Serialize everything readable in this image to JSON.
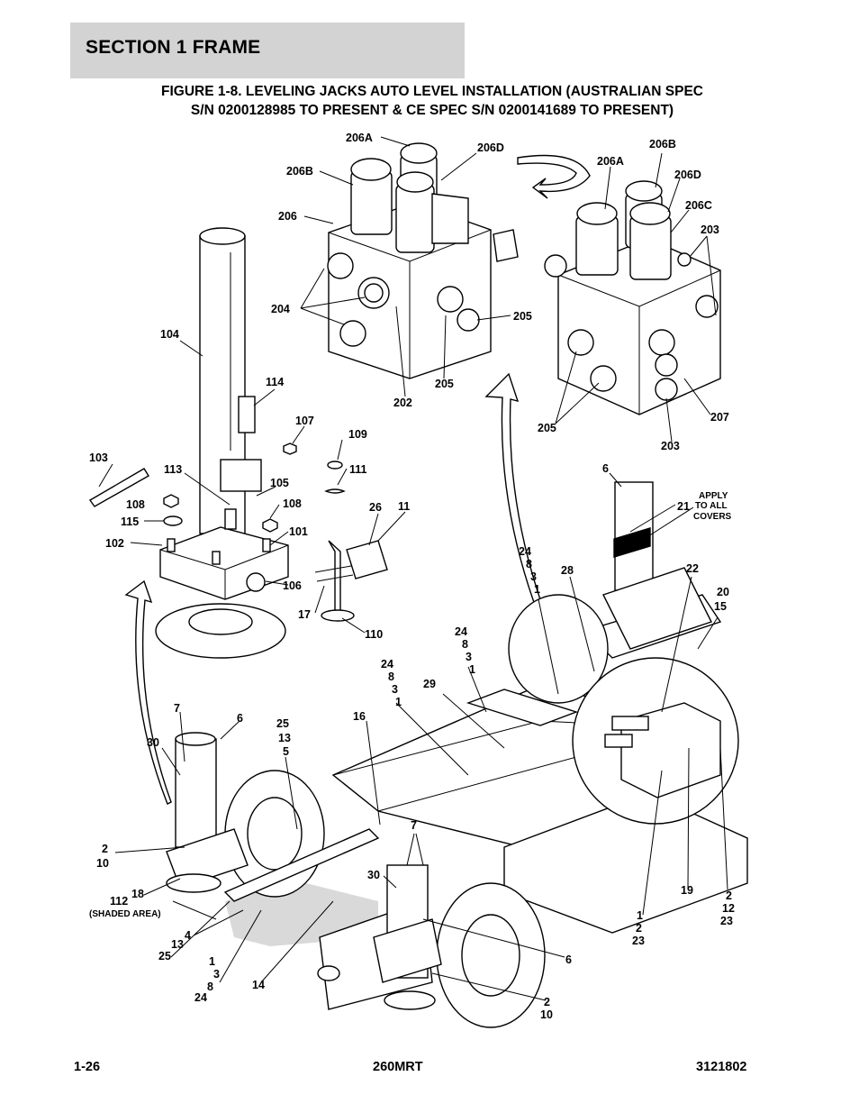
{
  "header": {
    "section": "SECTION 1  FRAME"
  },
  "figure": {
    "title_line1": "FIGURE 1-8. LEVELING JACKS AUTO LEVEL INSTALLATION (AUSTRALIAN SPEC",
    "title_line2": "S/N 0200128985 TO PRESENT & CE SPEC S/N 0200141689 TO PRESENT)"
  },
  "callouts": [
    {
      "label": "206A"
    },
    {
      "label": "206D"
    },
    {
      "label": "206B"
    },
    {
      "label": "206"
    },
    {
      "label": "204"
    },
    {
      "label": "205"
    },
    {
      "label": "205"
    },
    {
      "label": "202"
    },
    {
      "label": "206B"
    },
    {
      "label": "206A"
    },
    {
      "label": "206D"
    },
    {
      "label": "206C"
    },
    {
      "label": "203"
    },
    {
      "label": "205"
    },
    {
      "label": "207"
    },
    {
      "label": "203"
    },
    {
      "label": "104"
    },
    {
      "label": "114"
    },
    {
      "label": "107"
    },
    {
      "label": "109"
    },
    {
      "label": "111"
    },
    {
      "label": "103"
    },
    {
      "label": "113"
    },
    {
      "label": "105"
    },
    {
      "label": "108"
    },
    {
      "label": "108"
    },
    {
      "label": "115"
    },
    {
      "label": "102"
    },
    {
      "label": "101"
    },
    {
      "label": "26"
    },
    {
      "label": "11"
    },
    {
      "label": "106"
    },
    {
      "label": "17"
    },
    {
      "label": "110"
    },
    {
      "label": "6"
    },
    {
      "label": "21"
    },
    {
      "label": "APPLY"
    },
    {
      "label": "TO ALL"
    },
    {
      "label": "COVERS"
    },
    {
      "label": "24"
    },
    {
      "label": "8"
    },
    {
      "label": "3"
    },
    {
      "label": "1"
    },
    {
      "label": "28"
    },
    {
      "label": "22"
    },
    {
      "label": "20"
    },
    {
      "label": "15"
    },
    {
      "label": "24"
    },
    {
      "label": "8"
    },
    {
      "label": "3"
    },
    {
      "label": "1"
    },
    {
      "label": "24"
    },
    {
      "label": "8"
    },
    {
      "label": "3"
    },
    {
      "label": "1"
    },
    {
      "label": "29"
    },
    {
      "label": "7"
    },
    {
      "label": "6"
    },
    {
      "label": "30"
    },
    {
      "label": "25"
    },
    {
      "label": "13"
    },
    {
      "label": "5"
    },
    {
      "label": "16"
    },
    {
      "label": "2"
    },
    {
      "label": "10"
    },
    {
      "label": "18"
    },
    {
      "label": "112"
    },
    {
      "label": "(SHADED AREA)"
    },
    {
      "label": "4"
    },
    {
      "label": "13"
    },
    {
      "label": "25"
    },
    {
      "label": "1"
    },
    {
      "label": "3"
    },
    {
      "label": "8"
    },
    {
      "label": "24"
    },
    {
      "label": "14"
    },
    {
      "label": "7"
    },
    {
      "label": "30"
    },
    {
      "label": "6"
    },
    {
      "label": "2"
    },
    {
      "label": "10"
    },
    {
      "label": "19"
    },
    {
      "label": "1"
    },
    {
      "label": "2"
    },
    {
      "label": "23"
    },
    {
      "label": "2"
    },
    {
      "label": "12"
    },
    {
      "label": "23"
    }
  ],
  "footer": {
    "page": "1-26",
    "model": "260MRT",
    "doc_number": "3121802"
  }
}
